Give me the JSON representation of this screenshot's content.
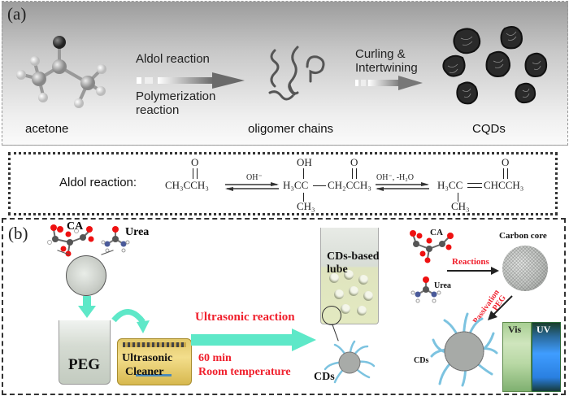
{
  "panel_a": {
    "label": "(a)",
    "step1_top": "Aldol reaction",
    "step1_bottom_line1": "Polymerization",
    "step1_bottom_line2": "reaction",
    "step2_line1": "Curling &",
    "step2_line2": "Intertwining",
    "stage_labels": [
      "acetone",
      "oligomer  chains",
      "CQDs"
    ],
    "aldol": {
      "label": "Aldol reaction:",
      "reactant": "CH₃CCH₃",
      "reactant_top": "O",
      "arrow1_condition": "OH⁻",
      "intermediate_left": "H₃CC",
      "intermediate_top": "OH",
      "intermediate_bottom": "CH₃",
      "intermediate_right": "CH₂CCH₃",
      "intermediate_right_top": "O",
      "arrow2_condition": "OH⁻,  -H₂O",
      "product_left": "H₃CC",
      "product_bottom": "CH₃",
      "product_right": "CHCCH₃",
      "product_right_top": "O"
    }
  },
  "panel_b": {
    "label": "(b)",
    "ca_label": "CA",
    "urea_label": "Urea",
    "peg_label": "PEG",
    "cleaner_line1": "Ultrasonic",
    "cleaner_line2": "Cleaner",
    "arrow_top": "Ultrasonic reaction",
    "arrow_bottom_line1": "60 min",
    "arrow_bottom_line2": "Room temperature",
    "beaker_label_line1": "CDs-based",
    "beaker_label_line2": "lube",
    "cds_label": "CDs",
    "mech_ca": "CA",
    "mech_urea": "Urea",
    "mech_carbon_core": "Carbon core",
    "mech_reactions": "Reactions",
    "mech_passivation": "Passivation",
    "mech_peg": "PEG",
    "mech_cds": "CDs",
    "vis_label": "Vis",
    "uv_label": "UV"
  },
  "colors": {
    "accent_arrow": "#5ee8c8",
    "red_text": "#f01f2c",
    "uv_blue": "#2f8cff",
    "vis_green": "#9fd08a"
  }
}
